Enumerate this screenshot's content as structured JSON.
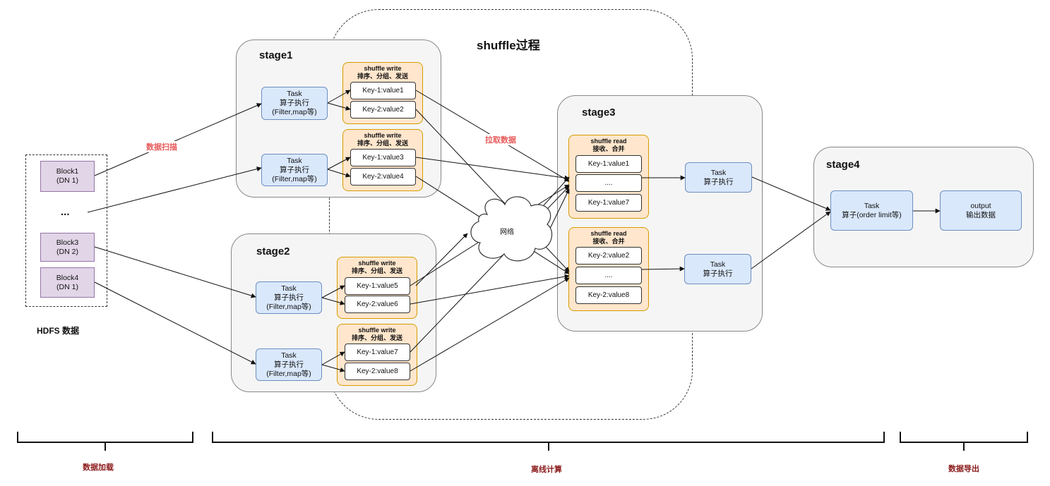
{
  "titles": {
    "shuffle": "shuffle过程",
    "stage1": "stage1",
    "stage2": "stage2",
    "stage3": "stage3",
    "stage4": "stage4",
    "hdfs": "HDFS 数据"
  },
  "blocks": [
    {
      "name": "Block1",
      "dn": "(DN 1)"
    },
    {
      "name": "Block3",
      "dn": "(DN 2)"
    },
    {
      "name": "Block4",
      "dn": "(DN 1)"
    }
  ],
  "ellipsis": "...",
  "task_filter": {
    "line1": "Task",
    "line2": "算子执行",
    "line3": "(Filter,map等)"
  },
  "task_simple": {
    "line1": "Task",
    "line2": "算子执行"
  },
  "task_final": {
    "line1": "Task",
    "line2": "算子(order limit等)"
  },
  "output": {
    "line1": "output",
    "line2": "输出数据"
  },
  "shuffle_write": {
    "line1": "shuffle write",
    "line2": "排序、分组、发送"
  },
  "shuffle_read": {
    "line1": "shuffle read",
    "line2": "接收、合并"
  },
  "kv": {
    "s1a": [
      "Key-1:value1",
      "Key-2:value2"
    ],
    "s1b": [
      "Key-1:value3",
      "Key-2:value4"
    ],
    "s2a": [
      "Key-1:value5",
      "Key-2:value6"
    ],
    "s2b": [
      "Key-1:value7",
      "Key-2:value8"
    ],
    "r1": [
      "Key-1:value1",
      "....",
      "Key-1:value7"
    ],
    "r2": [
      "Key-2:value2",
      "....",
      "Key-2:value8"
    ]
  },
  "network": "网络",
  "edge_labels": {
    "scan": "数据扫描",
    "pull": "拉取数据"
  },
  "phases": {
    "load": "数据加载",
    "compute": "离线计算",
    "export": "数据导出"
  },
  "colors": {
    "task_fill": "#dae8fc",
    "task_border": "#6c8ebf",
    "shuffle_fill": "#ffe6cc",
    "shuffle_border": "#d79b00",
    "block_fill": "#e1d5e7",
    "block_border": "#9673a6",
    "stage_fill": "#f5f5f5",
    "edge_label": "#e85a5a",
    "phase_label": "#8b1a1a"
  }
}
